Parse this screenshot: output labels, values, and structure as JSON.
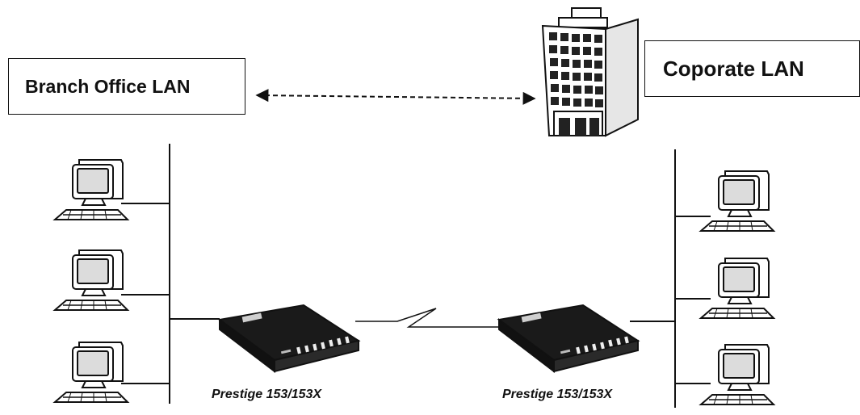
{
  "branch_lan": {
    "label": "Branch Office LAN"
  },
  "corporate_lan": {
    "label": "Coporate LAN"
  },
  "routers": [
    {
      "label": "Prestige 153/153X"
    },
    {
      "label": "Prestige 153/153X"
    }
  ],
  "colors": {
    "line": "#111111",
    "building_fill": "#e6e6e6",
    "monitor_screen": "#dcdcdc"
  },
  "icons": {
    "branch_computers": [
      "computer-icon",
      "computer-icon",
      "computer-icon"
    ],
    "corporate_computers": [
      "computer-icon",
      "computer-icon",
      "computer-icon"
    ],
    "building": "office-building-icon",
    "router": "router-icon"
  }
}
